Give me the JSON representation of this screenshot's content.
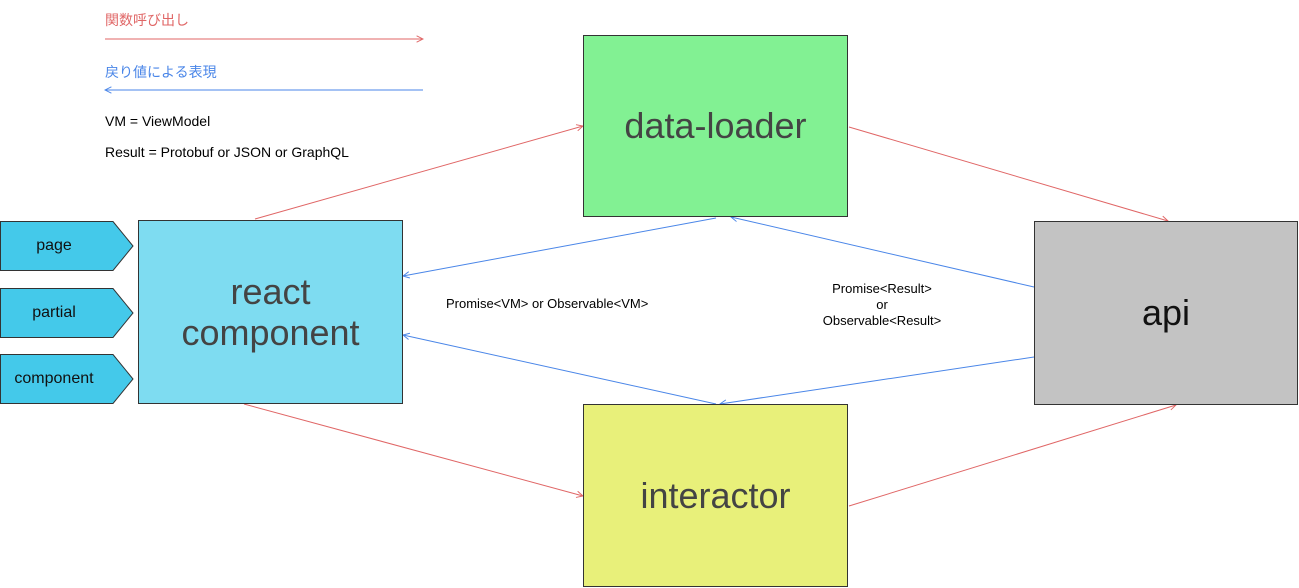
{
  "legend": {
    "call_label": "関数呼び出し",
    "return_label": "戻り値による表現",
    "vm_note": "VM = ViewModel",
    "result_note": "Result = Protobuf or JSON or GraphQL"
  },
  "nodes": {
    "data_loader": "data-loader",
    "react_line1": "react",
    "react_line2": "component",
    "api": "api",
    "interactor": "interactor"
  },
  "tags": [
    "page",
    "partial",
    "component"
  ],
  "edge_labels": {
    "vm_return": "Promise<VM> or Observable<VM>",
    "result_return_line1": "Promise<Result>",
    "result_return_line2": "or",
    "result_return_line3": "Observable<Result>"
  },
  "colors": {
    "call_arrow": "#e06666",
    "return_arrow": "#4a86e8",
    "data_loader_fill": "#82f193",
    "react_fill": "#7edcf1",
    "api_fill": "#c3c3c3",
    "interactor_fill": "#e8f07a",
    "tag_fill": "#44c9ea"
  }
}
